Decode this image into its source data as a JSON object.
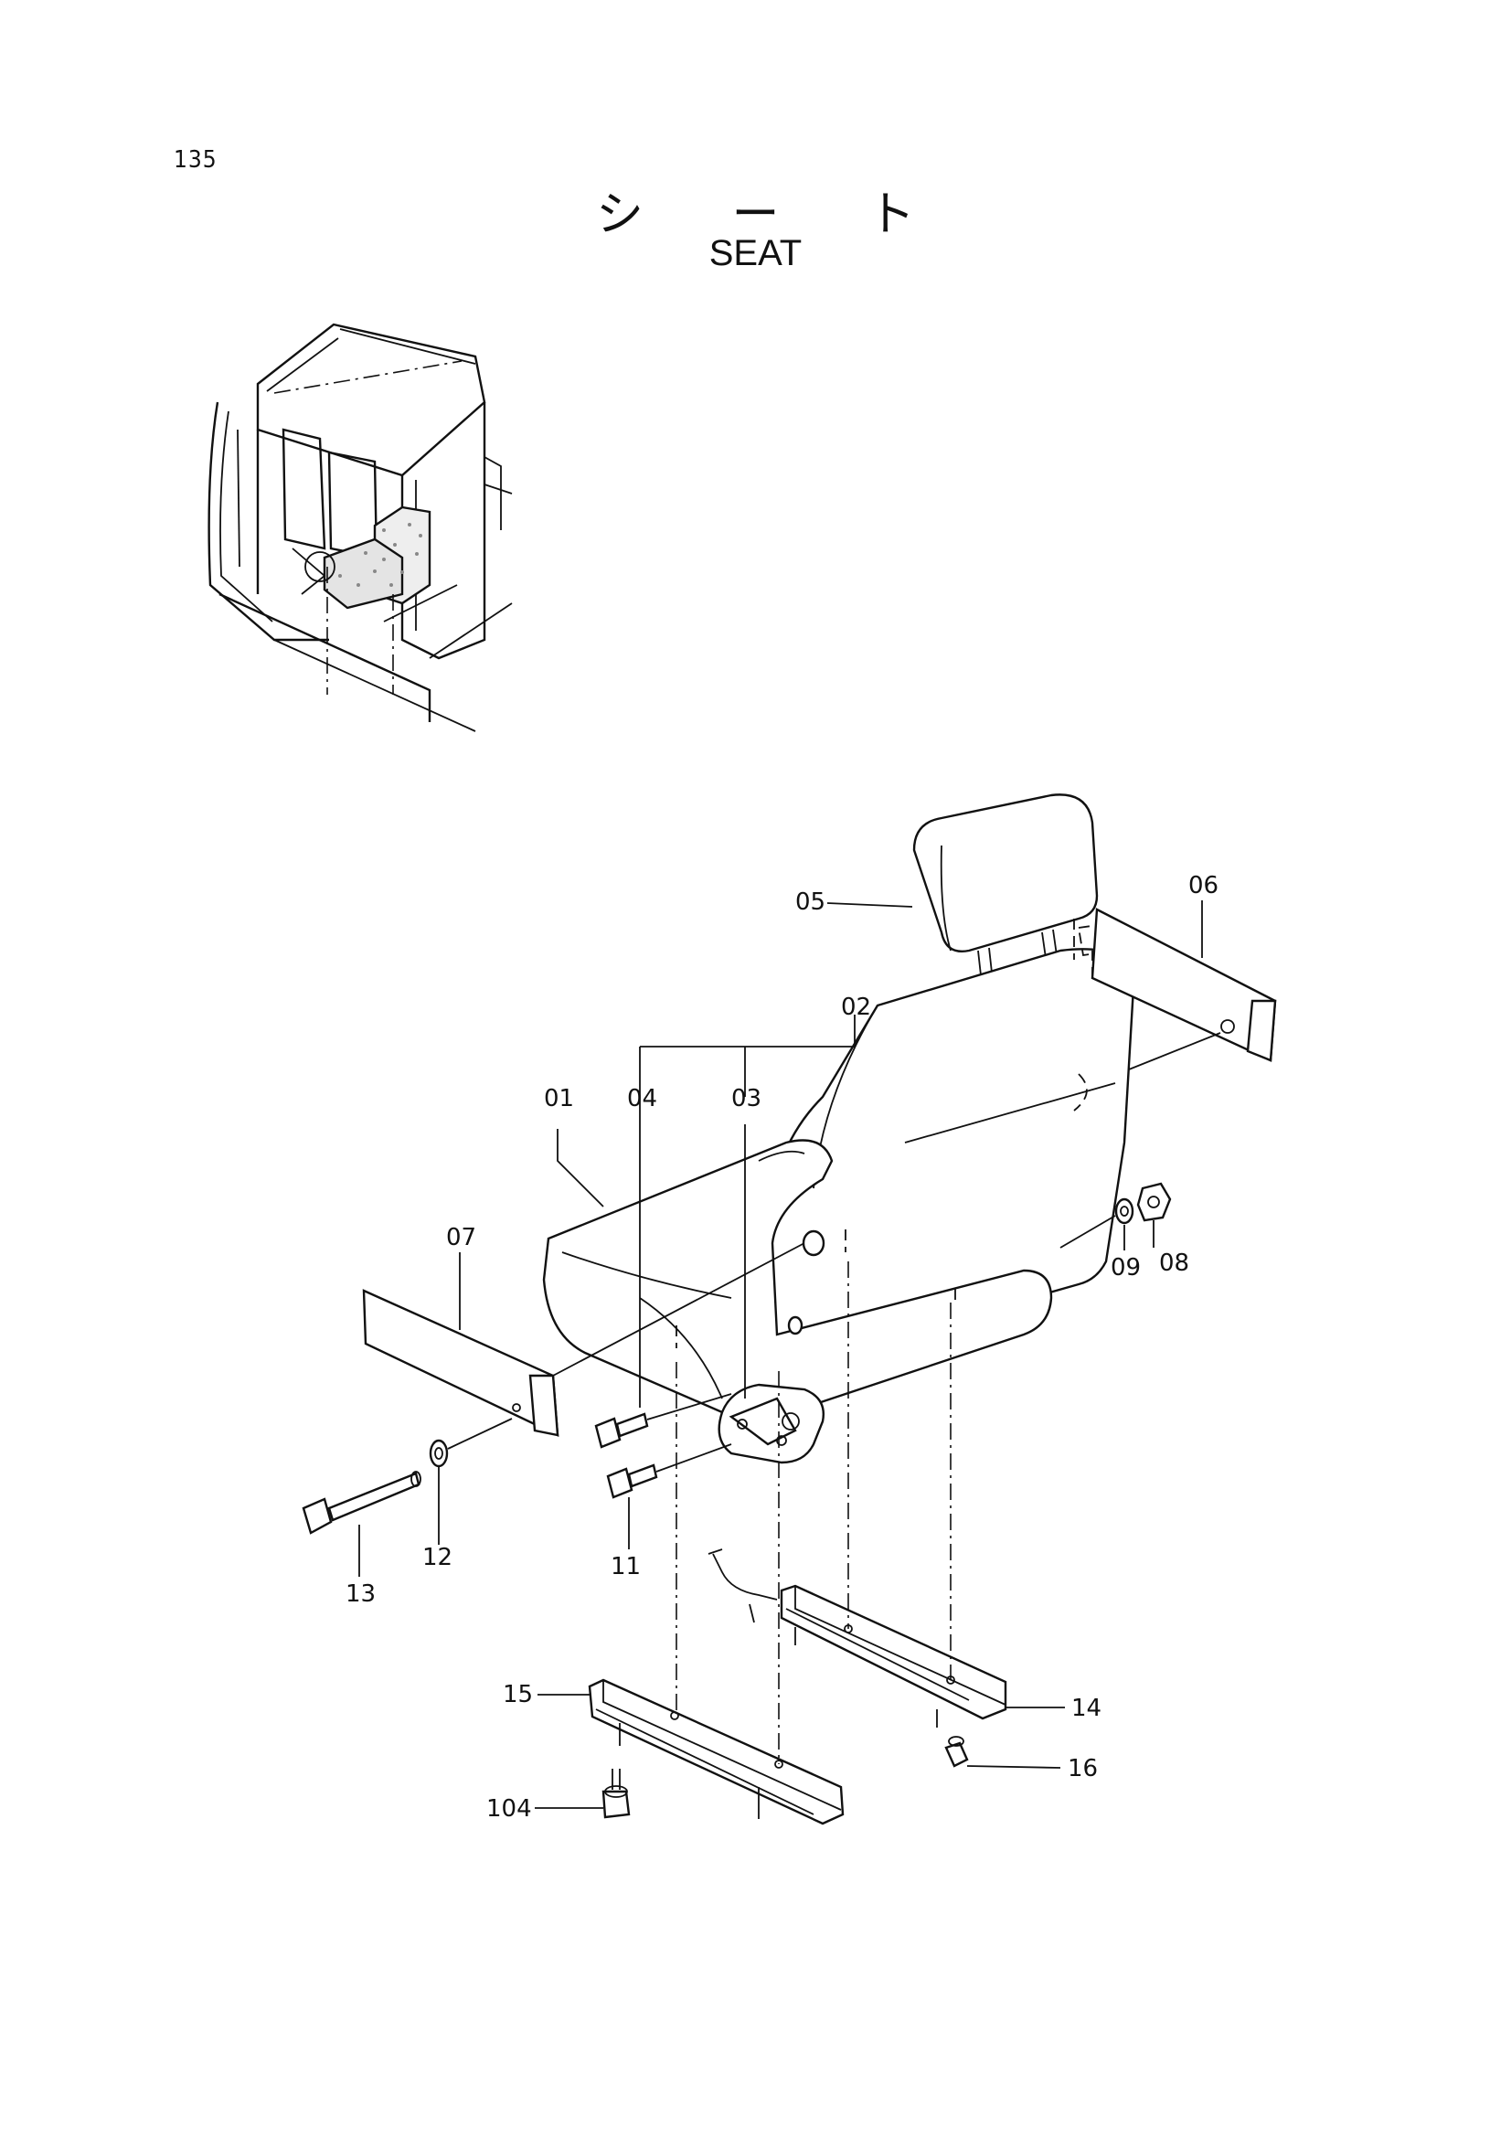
{
  "page": {
    "number": "135"
  },
  "title": {
    "japanese": "シ ー ト",
    "english": "SEAT"
  },
  "callouts": {
    "c01": "01",
    "c02": "02",
    "c03": "03",
    "c04": "04",
    "c05": "05",
    "c06": "06",
    "c07": "07",
    "c08": "08",
    "c09": "09",
    "c11": "11",
    "c12": "12",
    "c13": "13",
    "c14": "14",
    "c15": "15",
    "c16": "16",
    "c104": "104"
  }
}
